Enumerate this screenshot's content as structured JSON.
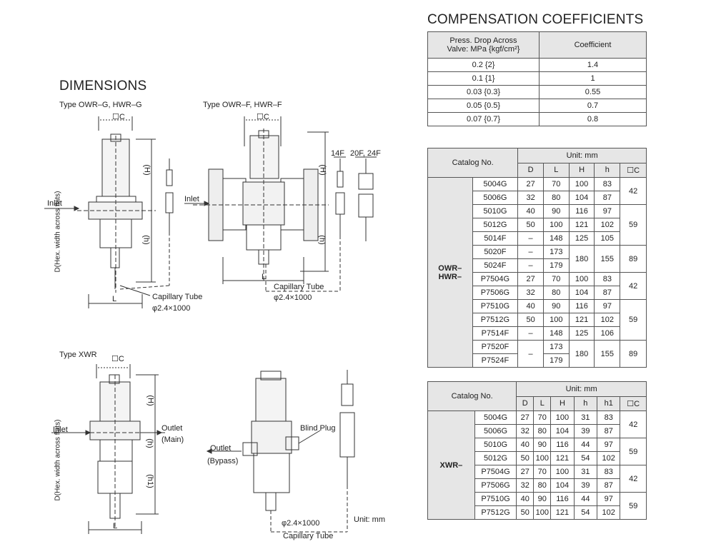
{
  "dimensions": {
    "title": "DIMENSIONS",
    "type_g": "Type OWR–G, HWR–G",
    "type_f": "Type OWR–F, HWR–F",
    "type_xwr": "Type XWR",
    "sq_c": "☐C",
    "H": "(H)",
    "h": "(h)",
    "h1": "(h1)",
    "D_hex": "D(Hex. width across flats)",
    "inlet": "Inlet",
    "L": "L",
    "capillary_tube": "Capillary Tube",
    "phi": "φ2.4×1000",
    "f14": "14F",
    "f2024": "20F, 24F",
    "outlet_main": "Outlet",
    "main": "(Main)",
    "blind_plug": "Blind Plug",
    "outlet_bypass": "Outlet",
    "bypass": "(Bypass)",
    "unit_mm": "Unit: mm"
  },
  "compensation": {
    "title": "COMPENSATION COEFFICIENTS",
    "headers": [
      "Press. Drop Across",
      "Valve: MPa {kgf/cm²}",
      "Coefficient"
    ],
    "rows": [
      [
        "0.2 {2}",
        "1.4"
      ],
      [
        "0.1 {1}",
        "1"
      ],
      [
        "0.03 {0.3}",
        "0.55"
      ],
      [
        "0.05 {0.5}",
        "0.7"
      ],
      [
        "0.07 {0.7}",
        "0.8"
      ]
    ]
  },
  "owr_table": {
    "catalog": "Catalog No.",
    "unit": "Unit: mm",
    "cols": [
      "D",
      "L",
      "H",
      "h",
      "☐C"
    ],
    "group_line1": "OWR–",
    "group_line2": "HWR–",
    "rows": [
      [
        "5004G",
        "27",
        "70",
        "100",
        "83"
      ],
      [
        "5006G",
        "32",
        "80",
        "104",
        "87"
      ],
      [
        "5010G",
        "40",
        "90",
        "116",
        "97"
      ],
      [
        "5012G",
        "50",
        "100",
        "121",
        "102"
      ],
      [
        "5014F",
        "–",
        "148",
        "125",
        "105"
      ],
      [
        "5020F",
        "–",
        "173"
      ],
      [
        "5024F",
        "–",
        "179"
      ],
      [
        "P7504G",
        "27",
        "70",
        "100",
        "83"
      ],
      [
        "P7506G",
        "32",
        "80",
        "104",
        "87"
      ],
      [
        "P7510G",
        "40",
        "90",
        "116",
        "97"
      ],
      [
        "P7512G",
        "50",
        "100",
        "121",
        "102"
      ],
      [
        "P7514F",
        "–",
        "148",
        "125",
        "106"
      ],
      [
        "P7520F",
        "173"
      ],
      [
        "P7524F",
        "179"
      ]
    ],
    "merged": {
      "c42a": "42",
      "c59a": "59",
      "h180a": "180",
      "h155a": "155",
      "c89a": "89",
      "c42b": "42",
      "c59b": "59",
      "d_dash": "–",
      "h180b": "180",
      "h155b": "155",
      "c89b": "89"
    }
  },
  "xwr_table": {
    "catalog": "Catalog No.",
    "unit": "Unit: mm",
    "cols": [
      "D",
      "L",
      "H",
      "h",
      "h1",
      "☐C"
    ],
    "group": "XWR–",
    "rows": [
      [
        "5004G",
        "27",
        "70",
        "100",
        "31",
        "83"
      ],
      [
        "5006G",
        "32",
        "80",
        "104",
        "39",
        "87"
      ],
      [
        "5010G",
        "40",
        "90",
        "116",
        "44",
        "97"
      ],
      [
        "5012G",
        "50",
        "100",
        "121",
        "54",
        "102"
      ],
      [
        "P7504G",
        "27",
        "70",
        "100",
        "31",
        "83"
      ],
      [
        "P7506G",
        "32",
        "80",
        "104",
        "39",
        "87"
      ],
      [
        "P7510G",
        "40",
        "90",
        "116",
        "44",
        "97"
      ],
      [
        "P7512G",
        "50",
        "100",
        "121",
        "54",
        "102"
      ]
    ],
    "merged": [
      "42",
      "59",
      "42",
      "59"
    ]
  }
}
